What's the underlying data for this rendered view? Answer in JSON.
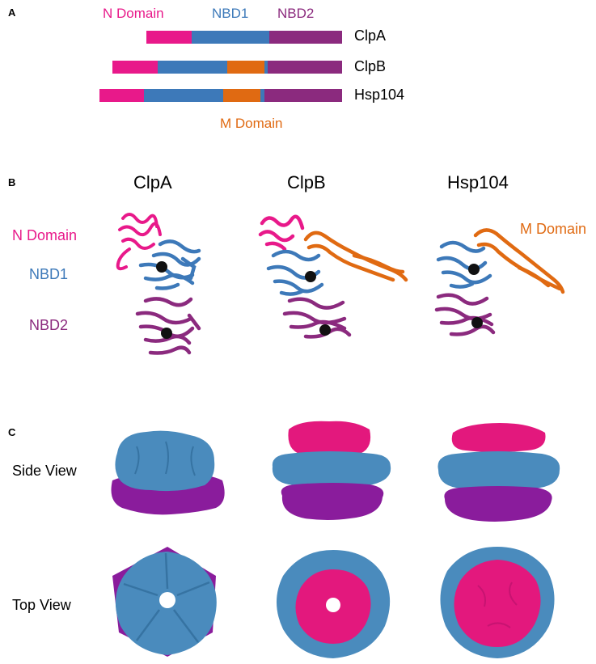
{
  "colors": {
    "n_domain": "#e8198a",
    "nbd1": "#3d79b9",
    "nbd2": "#8b2a7e",
    "m_domain": "#e06a12",
    "surface_blue": "#4a8bbd",
    "surface_purple": "#8a1c9c",
    "surface_magenta": "#e3187d",
    "ligand": "#111111"
  },
  "panel_a": {
    "letter": "A",
    "domain_labels": {
      "n": "N Domain",
      "nbd1": "NBD1",
      "nbd2": "NBD2",
      "m": "M Domain"
    },
    "proteins": [
      {
        "name": "ClpA",
        "segments": [
          "n_domain",
          "nbd1",
          "nbd2"
        ]
      },
      {
        "name": "ClpB",
        "segments": [
          "n_domain",
          "nbd1",
          "m_domain",
          "nbd1",
          "nbd2"
        ]
      },
      {
        "name": "Hsp104",
        "segments": [
          "n_domain",
          "nbd1",
          "m_domain",
          "nbd1",
          "nbd2"
        ]
      }
    ]
  },
  "panel_b": {
    "letter": "B",
    "titles": [
      "ClpA",
      "ClpB",
      "Hsp104"
    ],
    "labels": {
      "n": "N Domain",
      "nbd1": "NBD1",
      "nbd2": "NBD2",
      "m": "M Domain"
    }
  },
  "panel_c": {
    "letter": "C",
    "side_view": "Side View",
    "top_view": "Top View"
  }
}
